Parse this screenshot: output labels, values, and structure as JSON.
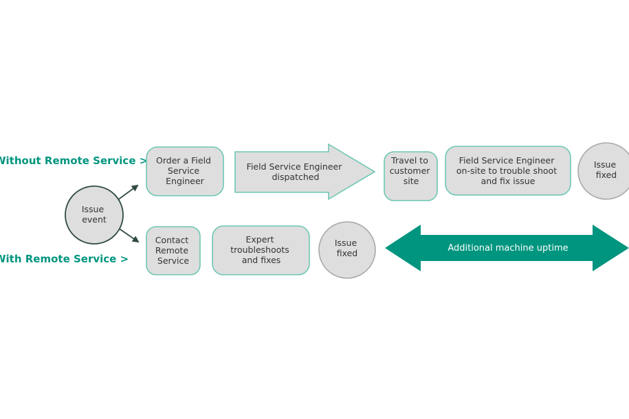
{
  "lanes": {
    "without": "Without Remote Service >",
    "with": "With Remote Service >"
  },
  "start": {
    "lines": [
      "Issue",
      "event"
    ]
  },
  "without_steps": {
    "order": [
      "Order a Field",
      "Service",
      "Engineer"
    ],
    "dispatched": [
      "Field Service Engineer",
      "dispatched"
    ],
    "travel": [
      "Travel to",
      "customer",
      "site"
    ],
    "onsite": [
      "Field Service Engineer",
      "on-site to trouble shoot",
      "and fix issue"
    ],
    "fixed": [
      "Issue",
      "fixed"
    ]
  },
  "with_steps": {
    "contact": [
      "Contact",
      "Remote",
      "Service"
    ],
    "expert": [
      "Expert",
      "troubleshoots",
      "and fixes"
    ],
    "fixed": [
      "Issue",
      "fixed"
    ]
  },
  "uptime": {
    "label": "Additional machine uptime"
  },
  "colors": {
    "accent": "#00957f",
    "box_fill": "#dedede",
    "box_stroke": "#6cc7b3",
    "circle_stroke": "#a8a8a8",
    "dark_stroke": "#2f4a3f",
    "text": "#333333"
  }
}
